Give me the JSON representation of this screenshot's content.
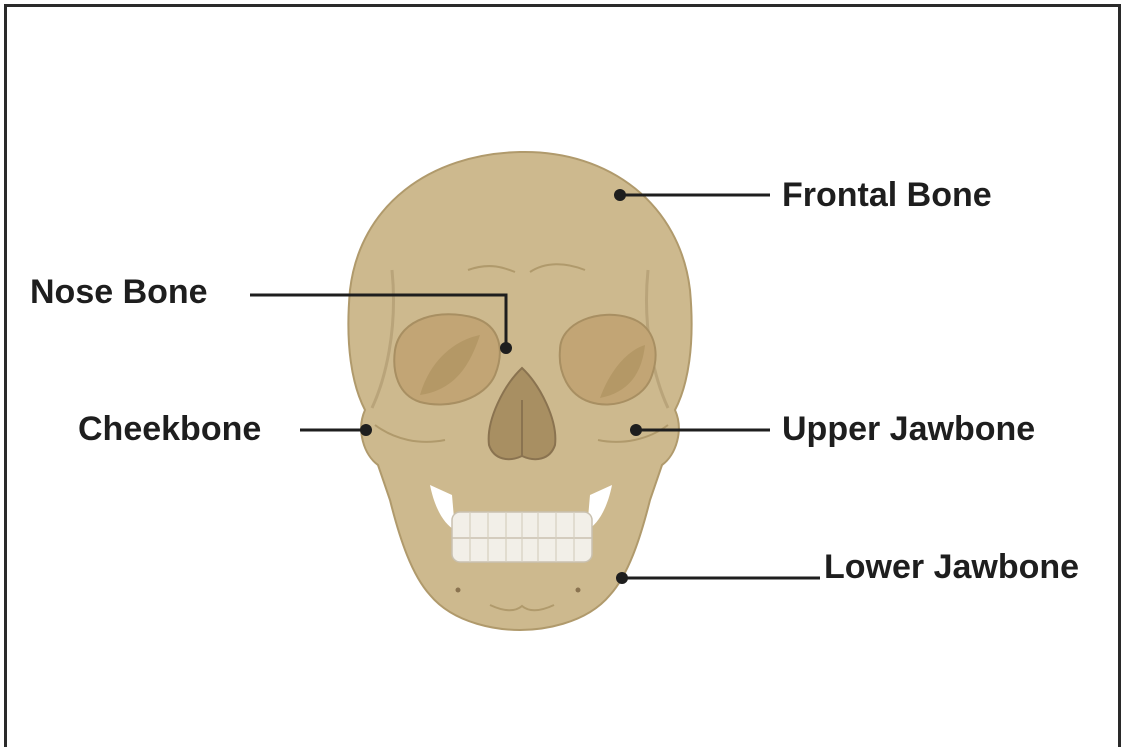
{
  "labels": {
    "frontal": "Frontal Bone",
    "nose": "Nose Bone",
    "cheek": "Cheekbone",
    "upper_jaw": "Upper Jawbone",
    "lower_jaw": "Lower Jawbone"
  },
  "colors": {
    "bone": "#cdb98e",
    "bone_dark": "#b09a6c",
    "bone_shade": "#a88f62",
    "orbit": "#c2a575",
    "nasal_cavity": "#8a7350",
    "teeth": "#f2efe8",
    "leader": "#1e1e1e"
  }
}
